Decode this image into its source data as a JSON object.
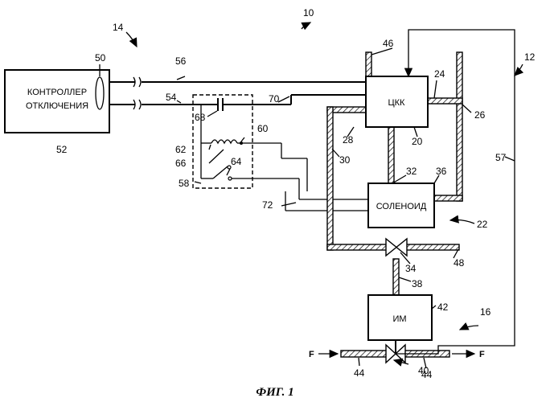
{
  "boxes": {
    "controller_line1": "КОНТРОЛЛЕР",
    "controller_line2": "ОТКЛЮЧЕНИЯ",
    "ckk": "ЦКК",
    "solenoid": "СОЛЕНОИД",
    "im": "ИМ"
  },
  "flow": {
    "in": "F",
    "out": "F"
  },
  "refs": {
    "r10": "10",
    "r12": "12",
    "r14": "14",
    "r16": "16",
    "r20": "20",
    "r22": "22",
    "r24": "24",
    "r26": "26",
    "r28": "28",
    "r30": "30",
    "r32": "32",
    "r34": "34",
    "r36": "36",
    "r38": "38",
    "r40": "40",
    "r42": "42",
    "r44a": "44",
    "r44b": "44",
    "r46": "46",
    "r48": "48",
    "r50": "50",
    "r52": "52",
    "r54": "54",
    "r56": "56",
    "r57": "57",
    "r58": "58",
    "r60": "60",
    "r62": "62",
    "r64": "64",
    "r66": "66",
    "r68": "68",
    "r70": "70",
    "r72": "72"
  },
  "caption": "ФИГ. 1"
}
